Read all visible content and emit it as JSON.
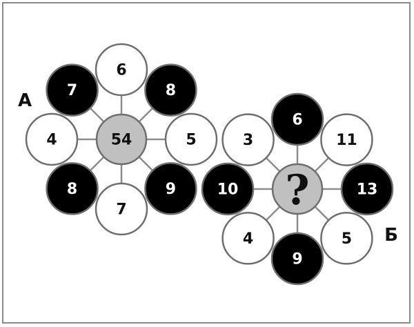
{
  "colors": {
    "black": "#000000",
    "white": "#ffffff",
    "center": "#c0c0c0",
    "stroke": "#6e6e6e",
    "spoke": "#8c8c8c",
    "dark_text": "#111111",
    "light_text": "#ffffff"
  },
  "flower_a": {
    "label": "А",
    "center": "54",
    "petals": [
      {
        "text": "6",
        "fill": "white"
      },
      {
        "text": "8",
        "fill": "black"
      },
      {
        "text": "5",
        "fill": "white"
      },
      {
        "text": "9",
        "fill": "black"
      },
      {
        "text": "7",
        "fill": "white"
      },
      {
        "text": "8",
        "fill": "black"
      },
      {
        "text": "4",
        "fill": "white"
      },
      {
        "text": "7",
        "fill": "black"
      }
    ]
  },
  "flower_b": {
    "label": "Б",
    "center": "?",
    "petals": [
      {
        "text": "6",
        "fill": "black"
      },
      {
        "text": "11",
        "fill": "white"
      },
      {
        "text": "13",
        "fill": "black"
      },
      {
        "text": "5",
        "fill": "white"
      },
      {
        "text": "9",
        "fill": "black"
      },
      {
        "text": "4",
        "fill": "white"
      },
      {
        "text": "10",
        "fill": "black"
      },
      {
        "text": "3",
        "fill": "white"
      }
    ]
  }
}
